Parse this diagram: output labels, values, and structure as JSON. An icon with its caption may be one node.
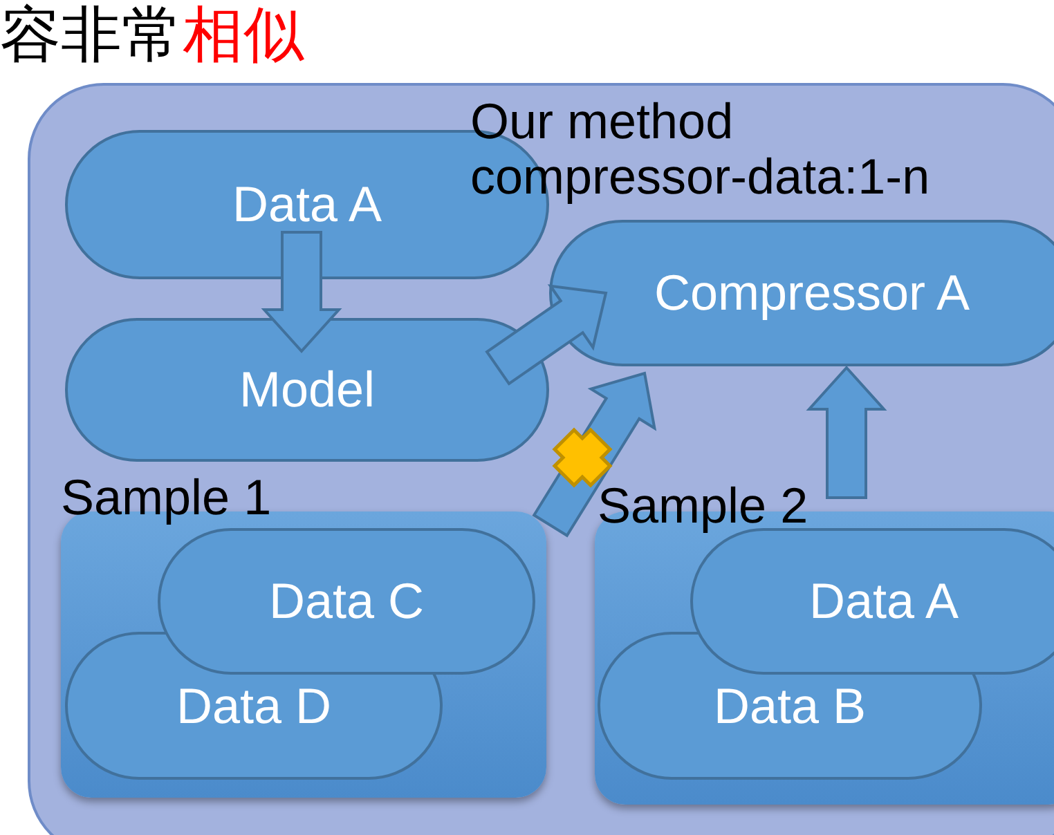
{
  "diagram": {
    "nodes": [
      {
        "text": [
          "Our method compressor-data:1-n"
        ]
      },
      {
        "text": [
          "Data A"
        ],
        "in": 0
      },
      {
        "text": [
          "Model"
        ],
        "in": 0
      },
      {
        "text": [
          "Compressor A"
        ],
        "in": 0
      },
      {
        "text": [
          "Sample 1"
        ],
        "in": 0
      },
      {
        "text": [
          "Data C"
        ],
        "in": 4
      },
      {
        "text": [
          "Data D"
        ],
        "in": 4
      },
      {
        "text": [
          "Sample 2"
        ],
        "in": 0
      },
      {
        "text": [
          "Data A"
        ],
        "in": 7
      },
      {
        "text": [
          "Data B"
        ],
        "in": 7
      }
    ],
    "edges": [
      {
        "from": 1,
        "to": 2,
        "arrow": "to"
      },
      {
        "from": 2,
        "to": 3,
        "arrow": "to"
      },
      {
        "from": 4,
        "to": 3,
        "arrow": "to"
      },
      {
        "from": 7,
        "to": 3,
        "arrow": "to"
      }
    ],
    "labels": [
      "容非常",
      "相似"
    ]
  }
}
